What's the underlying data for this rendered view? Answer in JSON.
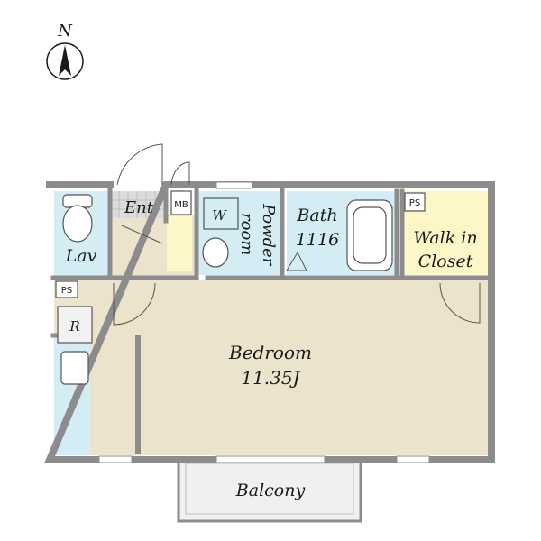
{
  "compass": {
    "label": "N"
  },
  "rooms": {
    "bedroom": {
      "name": "Bedroom",
      "size": "11.35J"
    },
    "bath": {
      "name": "Bath",
      "size": "1116"
    },
    "powder": {
      "line1": "Powder",
      "line2": "room"
    },
    "walkin": {
      "line1": "Walk in",
      "line2": "Closet"
    },
    "lav": {
      "name": "Lav"
    },
    "ent": {
      "name": "Ent"
    },
    "balcony": {
      "name": "Balcony"
    }
  },
  "fixtures": {
    "washer": "W",
    "mb": "MB",
    "ps_top": "PS",
    "ps_left": "PS",
    "fridge": "R"
  },
  "colors": {
    "wall": "#8c8c8c",
    "bedroom_floor": "#ece3cc",
    "wet_area": "#d4ecf4",
    "closet": "#fdf7c8",
    "balcony": "#f0f0f0"
  }
}
